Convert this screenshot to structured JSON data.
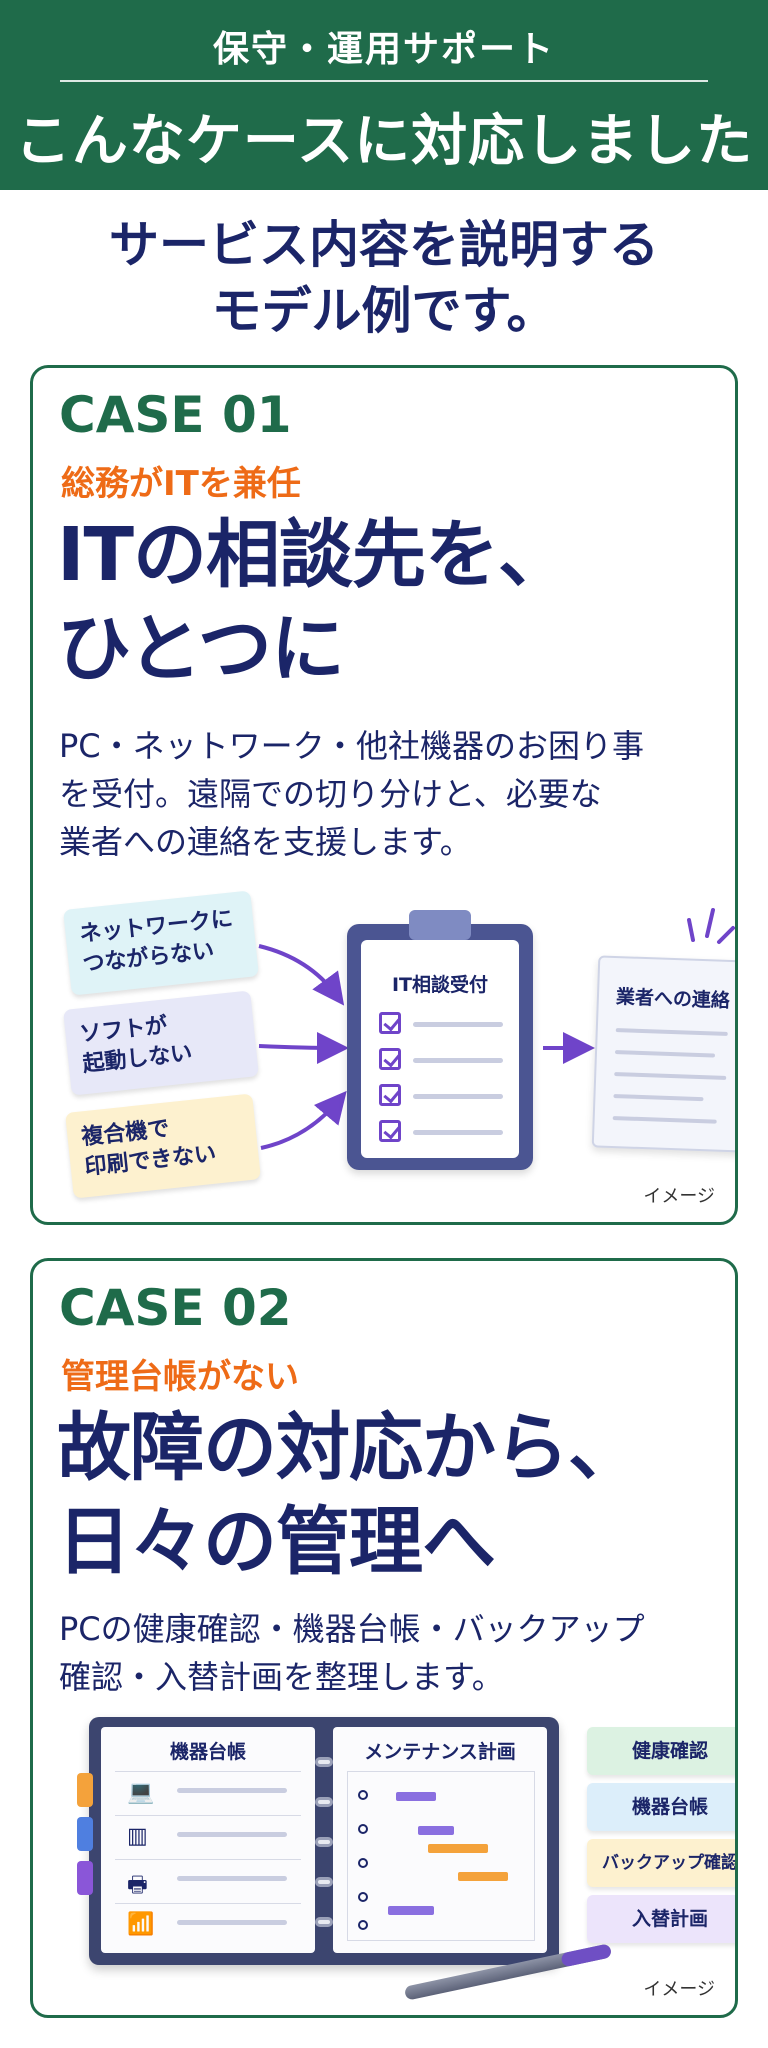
{
  "header": {
    "small_title": "保守・運用サポート",
    "big_title": "こんなケースに対応しました"
  },
  "intro": {
    "line1": "サービス内容を説明する",
    "line2": "モデル例です。"
  },
  "cases": [
    {
      "label": "CASE 01",
      "subtitle": "総務がITを兼任",
      "headline_line1": "ITの相談先を、",
      "headline_line2": "ひとつに",
      "body_line1": "PC・ネットワーク・他社機器のお困り事",
      "body_line2": "を受付。遠隔での切り分けと、必要な",
      "body_line3": "業者への連絡を支援します。",
      "notes": [
        {
          "line1": "ネットワークに",
          "line2": "つながらない"
        },
        {
          "line1": "ソフトが",
          "line2": "起動しない"
        },
        {
          "line1": "複合機で",
          "line2": "印刷できない"
        }
      ],
      "clipboard_title": "IT相談受付",
      "doc_title": "業者への連絡",
      "image_note": "イメージ"
    },
    {
      "label": "CASE 02",
      "subtitle": "管理台帳がない",
      "headline_line1": "故障の対応から、",
      "headline_line2": "日々の管理へ",
      "body_line1": "PCの健康確認・機器台帳・バックアップ",
      "body_line2": "確認・入替計画を整理します。",
      "ledger_title": "機器台帳",
      "plan_title": "メンテナンス計画",
      "devices": [
        {
          "icon": "laptop-icon",
          "glyph": "💻"
        },
        {
          "icon": "server-icon",
          "glyph": "▥"
        },
        {
          "icon": "printer-icon",
          "glyph": "🖶"
        },
        {
          "icon": "wifi-icon",
          "glyph": "📶"
        }
      ],
      "stickies": [
        "健康確認",
        "機器台帳",
        "バックアップ確認",
        "入替計画"
      ],
      "image_note": "イメージ"
    }
  ],
  "colors": {
    "green": "#1f6b4a",
    "navy": "#1b2568",
    "orange": "#ee6b17",
    "purple": "#6f44c9"
  }
}
